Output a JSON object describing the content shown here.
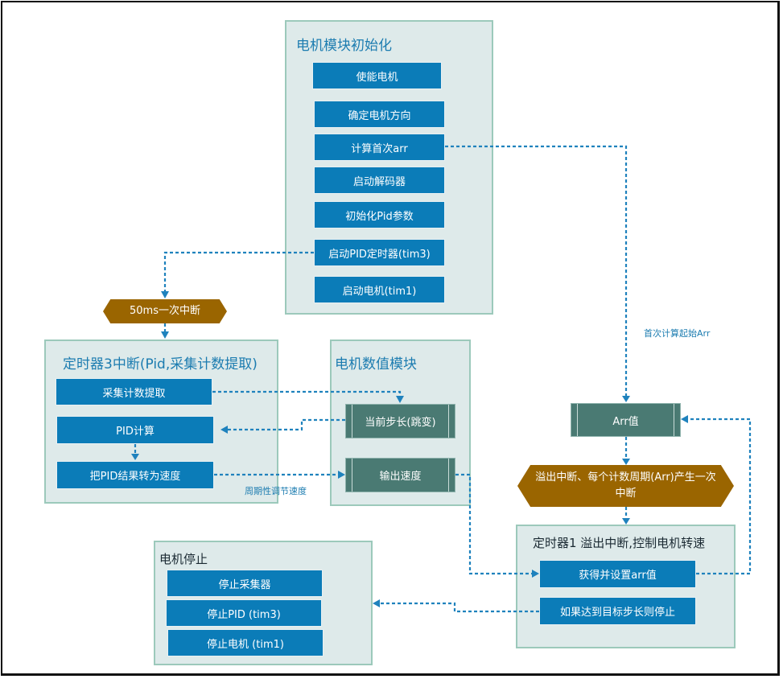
{
  "init_module": {
    "title": "电机模块初始化",
    "steps": [
      "使能电机",
      "确定电机方向",
      "计算首次arr",
      "启动解码器",
      "初始化Pid参数",
      "启动PID定时器(tim3)",
      "启动电机(tim1)"
    ]
  },
  "interrupt_50ms": "50ms一次中断",
  "timer3_module": {
    "title": "定时器3中断(Pid,采集计数提取)",
    "steps": [
      "采集计数提取",
      "PID计算",
      "把PID结果转为速度"
    ],
    "note": "周期性调节速度"
  },
  "value_module": {
    "title": "电机数值模块",
    "items": [
      "当前步长(跳变)",
      "输出速度"
    ]
  },
  "arr_note": "首次计算起始Arr",
  "arr_value": "Arr值",
  "overflow_interrupt": "溢出中断、每个计数周期(Arr)产生一次中断",
  "timer1_module": {
    "title": "定时器1 溢出中断,控制电机转速",
    "steps": [
      "获得并设置arr值",
      "如果达到目标步长则停止"
    ]
  },
  "stop_module": {
    "title": "电机停止",
    "steps": [
      "停止采集器",
      "停止PID (tim3)",
      "停止电机 (tim1)"
    ]
  }
}
